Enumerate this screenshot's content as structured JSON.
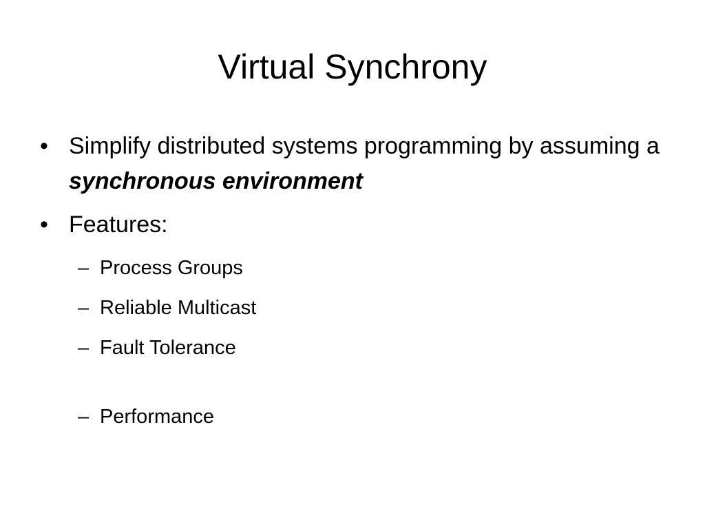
{
  "slide": {
    "title": "Virtual Synchrony",
    "bullets": [
      {
        "marker": "•",
        "text_before": "Simplify distributed systems programming by assuming a ",
        "emphasis": "synchronous environment"
      },
      {
        "marker": "•",
        "text": "Features:"
      }
    ],
    "sub_bullets": [
      {
        "marker": "–",
        "text": "Process Groups"
      },
      {
        "marker": "–",
        "text": "Reliable Multicast"
      },
      {
        "marker": "–",
        "text": "Fault Tolerance"
      },
      {
        "marker": "–",
        "text": "Performance"
      }
    ]
  }
}
